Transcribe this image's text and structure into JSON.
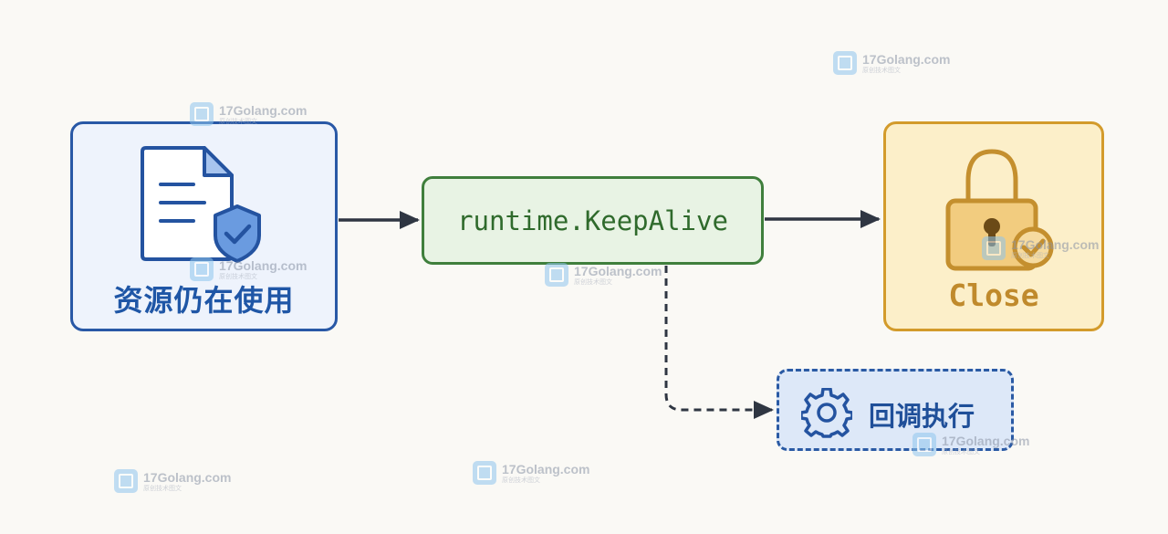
{
  "nodes": {
    "resource": {
      "label": "资源仍在使用",
      "icon": "document-shield-check-icon"
    },
    "keepalive": {
      "label": "runtime.KeepAlive"
    },
    "close": {
      "label": "Close",
      "icon": "padlock-check-icon"
    },
    "callback": {
      "label": "回调执行",
      "icon": "gear-icon"
    }
  },
  "colors": {
    "background": "#faf9f5",
    "resource_border": "#2858a6",
    "resource_fill": "#eef3fc",
    "keepalive_border": "#3f7f3c",
    "keepalive_fill": "#e8f3e4",
    "close_border": "#d39b2b",
    "close_fill": "#fcefc9",
    "callback_border": "#2a5aa4",
    "callback_fill": "#dde8f8",
    "arrow": "#2f3642"
  },
  "watermark": {
    "site": "17Golang.com",
    "sub": "原创技术图文"
  }
}
